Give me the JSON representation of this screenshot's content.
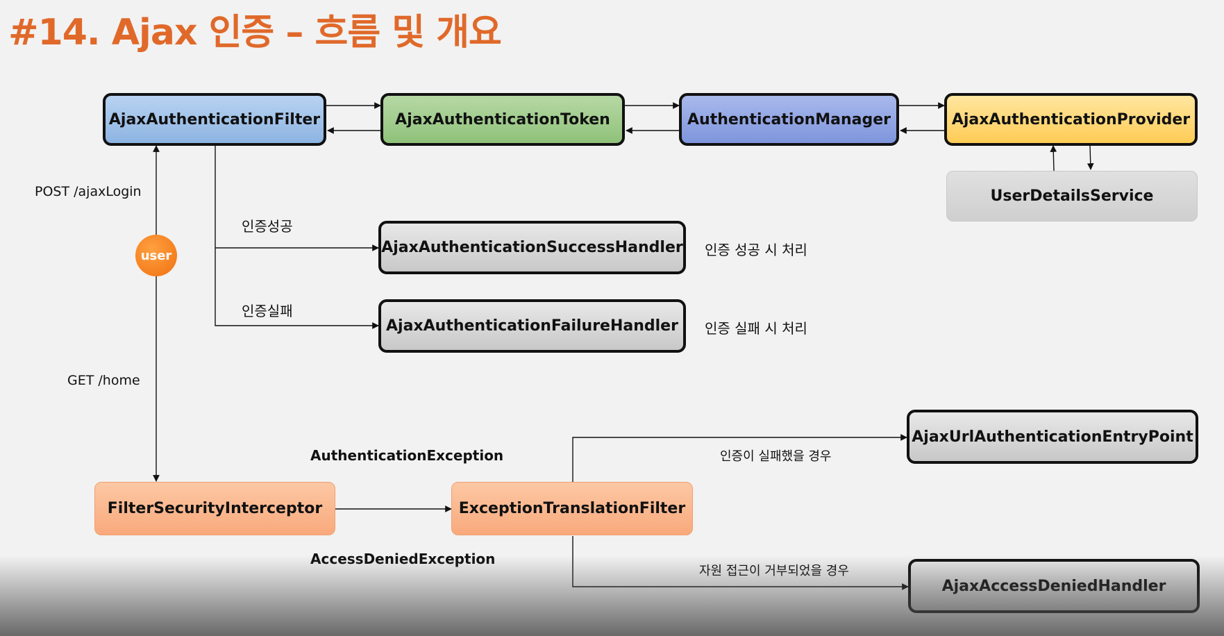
{
  "title": "#14. Ajax 인증 – 흐름 및 개요",
  "nodes": {
    "ajax_auth_filter": "AjaxAuthenticationFilter",
    "ajax_auth_token": "AjaxAuthenticationToken",
    "auth_manager": "AuthenticationManager",
    "ajax_auth_provider": "AjaxAuthenticationProvider",
    "user_details_service": "UserDetailsService",
    "success_handler": "AjaxAuthenticationSuccessHandler",
    "failure_handler": "AjaxAuthenticationFailureHandler",
    "filter_security_interceptor": "FilterSecurityInterceptor",
    "exception_translation_filter": "ExceptionTranslationFilter",
    "entry_point": "AjaxUrlAuthenticationEntryPoint",
    "access_denied_handler": "AjaxAccessDeniedHandler"
  },
  "user_label": "user",
  "labels": {
    "post_login": "POST /ajaxLogin",
    "get_home": "GET /home",
    "auth_success": "인증성공",
    "auth_failure": "인증실패",
    "success_note": "인증 성공 시 처리",
    "failure_note": "인증 실패 시 처리",
    "authentication_exception": "AuthenticationException",
    "access_denied_exception": "AccessDeniedException",
    "auth_failed_case": "인증이 실패했을 경우",
    "access_denied_case": "자원 접근이 거부되었을 경우"
  },
  "colors": {
    "title": "#e0692a",
    "filter": "#8db4e2",
    "token": "#8fc27a",
    "manager": "#7e95dc",
    "provider": "#ffcc55",
    "handler": "#c8c8c8",
    "interceptor": "#f9a97c",
    "user": "#f07010"
  }
}
